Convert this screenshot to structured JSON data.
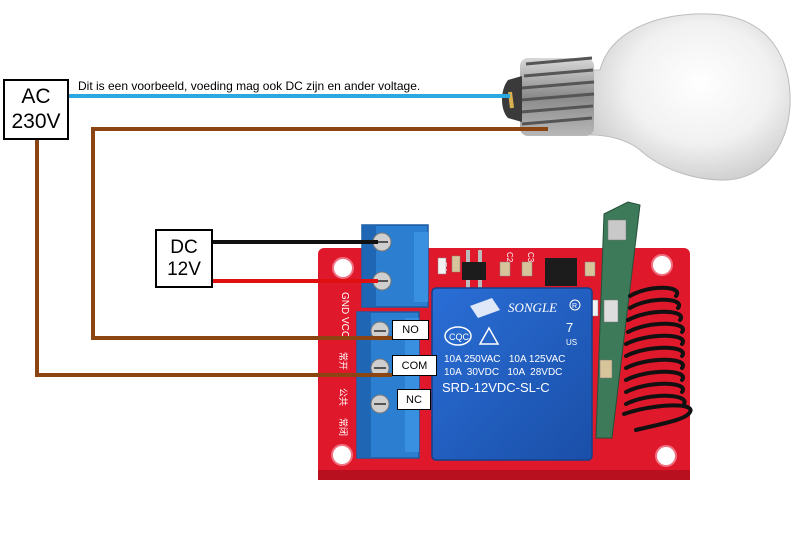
{
  "diagram": {
    "ac_source": {
      "line1": "AC",
      "line2": "230V"
    },
    "dc_source": {
      "line1": "DC",
      "line2": "12V"
    },
    "note": "Dit is een voorbeeld, voeding mag ook DC zijn en ander voltage.",
    "terminals": {
      "no": "NO",
      "com": "COM",
      "nc": "NC"
    },
    "relay": {
      "brand": "SONGLE",
      "rating_1": "10A 250VAC   10A 125VAC",
      "rating_2": "10A  30VDC   10A  28VDC",
      "model": "SRD-12VDC-SL-C",
      "approval_mark": "CQC",
      "digit": "7",
      "us_mark": "US"
    },
    "board_labels": {
      "power": "GND VCC",
      "chinese_1": "常开",
      "chinese_2": "公共",
      "chinese_3": "常闭",
      "c1": "C2",
      "c2": "C3",
      "r1": "R1"
    }
  },
  "colors": {
    "wire_blue": "#2aa8e0",
    "wire_brown": "#8b4513",
    "wire_black": "#111111",
    "wire_red": "#e01010",
    "board_red": "#e0182b",
    "relay_blue": "#1f5fc4",
    "terminal_blue": "#2c7fd0"
  }
}
